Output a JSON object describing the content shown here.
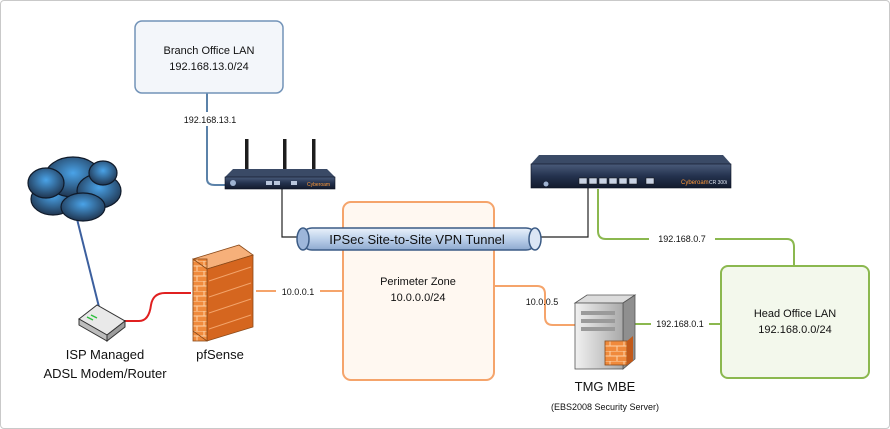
{
  "colors": {
    "branch_line": "#5b82a9",
    "isp_line": "#e02020",
    "perimeter": "#f5a46b",
    "head_office": "#8bb84f",
    "vpn_fill": "#c9d9ee",
    "vpn_stroke": "#3b5b85"
  },
  "branch_lan": {
    "name": "Branch Office LAN",
    "subnet": "192.168.13.0/24"
  },
  "head_lan": {
    "name": "Head Office LAN",
    "subnet": "192.168.0.0/24"
  },
  "perimeter": {
    "name": "Perimeter Zone",
    "subnet": "10.0.0.0/24"
  },
  "vpn_label": "IPSec Site-to-Site VPN Tunnel",
  "ips": {
    "branch_gw": "192.168.13.1",
    "head_router": "192.168.0.7",
    "pfsense_if": "10.0.0.1",
    "tmg_ext": "10.0.0.5",
    "tmg_int": "192.168.0.1"
  },
  "modem": {
    "line1": "ISP Managed",
    "line2": "ADSL Modem/Router"
  },
  "pfsense_label": "pfSense",
  "tmg": {
    "name": "TMG MBE",
    "sub": "(EBS2008 Security Server)"
  },
  "branch_router_brand": "Cyberoam",
  "head_router_brand": "Cyberoam",
  "head_router_model": "CR 300i",
  "icons": [
    "cloud-icon",
    "modem-icon",
    "firewall-icon",
    "server-icon",
    "router-icon"
  ]
}
